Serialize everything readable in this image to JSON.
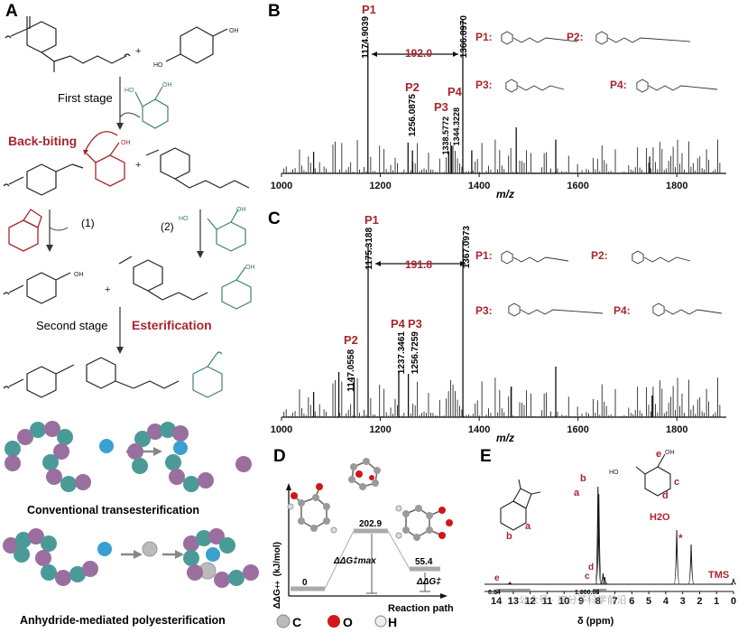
{
  "panels": {
    "A": "A",
    "B": "B",
    "C": "C",
    "D": "D",
    "E": "E"
  },
  "schemeA": {
    "first_stage": "First stage",
    "back_biting": "Back-biting",
    "step1": "(1)",
    "step2": "(2)",
    "plus": "+",
    "second_stage": "Second stage",
    "esterification": "Esterification",
    "conventional": "Conventional transesterification",
    "anhydride": "Anhydride-mediated polyesterification"
  },
  "panelB": {
    "p1_value": "1174.9039",
    "p1_label": "P1",
    "p2_value": "1256.0875",
    "p2_label": "P2",
    "p3_value": "1338.5772",
    "p3_label": "P3",
    "p4_value": "1344.3228",
    "p4_label": "P4",
    "main_value": "1366.8970",
    "diff": "192.0",
    "xlabel": "m/z",
    "ticks": [
      "1000",
      "1200",
      "1400",
      "1600",
      "1800"
    ],
    "legend": {
      "p1": "P1:",
      "p2": "P2:",
      "p3": "P3:",
      "p4": "P4:"
    }
  },
  "panelC": {
    "p1_value": "1175.3188",
    "p1_label": "P1",
    "p2_value": "1147.0558",
    "p2_label": "P2",
    "p4_value": "1237.3461",
    "p4_label": "P4",
    "p3_value": "1256.7259",
    "p3_label": "P3",
    "main_value": "1367.0973",
    "diff": "191.8",
    "xlabel": "m/z",
    "ticks": [
      "1000",
      "1200",
      "1400",
      "1600",
      "1800"
    ],
    "legend": {
      "p1": "P1:",
      "p2": "P2:",
      "p3": "P3:",
      "p4": "P4:"
    }
  },
  "panelD": {
    "ylabel": "ΔΔG‡ (kJ/mol)",
    "xlabel": "Reaction path",
    "v0": "0",
    "v1": "202.9",
    "v2": "55.4",
    "ddg_max": "ΔΔG‡max",
    "ddg": "ΔΔG‡",
    "legend": {
      "c": "C",
      "o": "O",
      "h": "H"
    }
  },
  "panelE": {
    "a": "a",
    "b": "b",
    "c": "c",
    "d": "d",
    "e": "e",
    "h2o": "H2O",
    "star": "*",
    "tms": "TMS",
    "int1": "0.04",
    "int2": "1.000.08",
    "xlabel": "δ (ppm)",
    "ticks": [
      "14",
      "13",
      "12",
      "11",
      "10",
      "9",
      "8",
      "7",
      "6",
      "5",
      "4",
      "3",
      "2",
      "1",
      "0"
    ],
    "watermark": "公众号 · 高分子科学前沿"
  }
}
